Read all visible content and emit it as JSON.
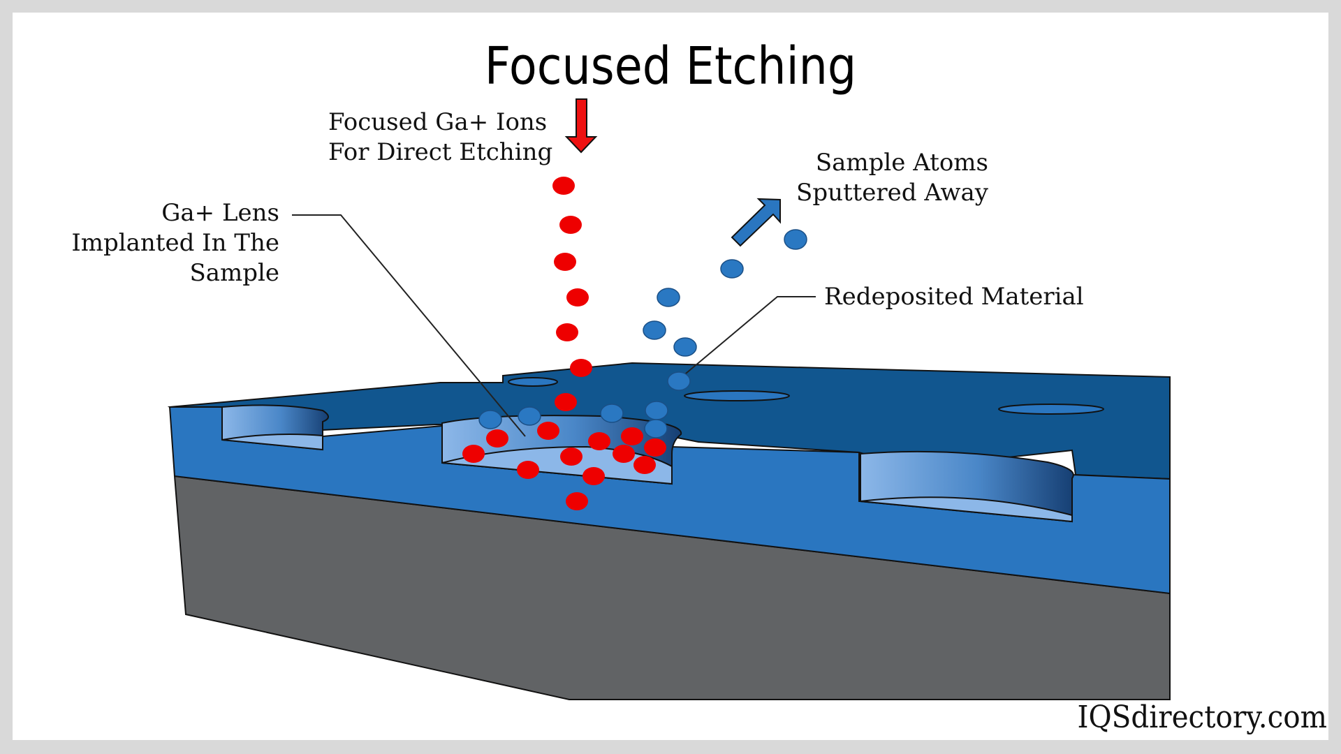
{
  "title": "Focused Etching",
  "labels": {
    "ions": [
      "Focused Ga+ Ions",
      "For Direct Etching"
    ],
    "sputtered": [
      "Sample Atoms",
      "Sputtered Away"
    ],
    "lens": [
      "Ga+ Lens",
      "Implanted In The",
      "Sample"
    ],
    "redeposited": "Redeposited Material"
  },
  "brand": "IQSdirectory.com",
  "colors": {
    "ion": "#ee0000",
    "atom": "#2a78c2",
    "sample_front": "#2a76c0",
    "sample_top": "#11568f",
    "substrate": "#616365",
    "background_frame": "#d9d9d9"
  },
  "icons": [
    "down-arrow-icon",
    "up-right-arrow-icon"
  ]
}
